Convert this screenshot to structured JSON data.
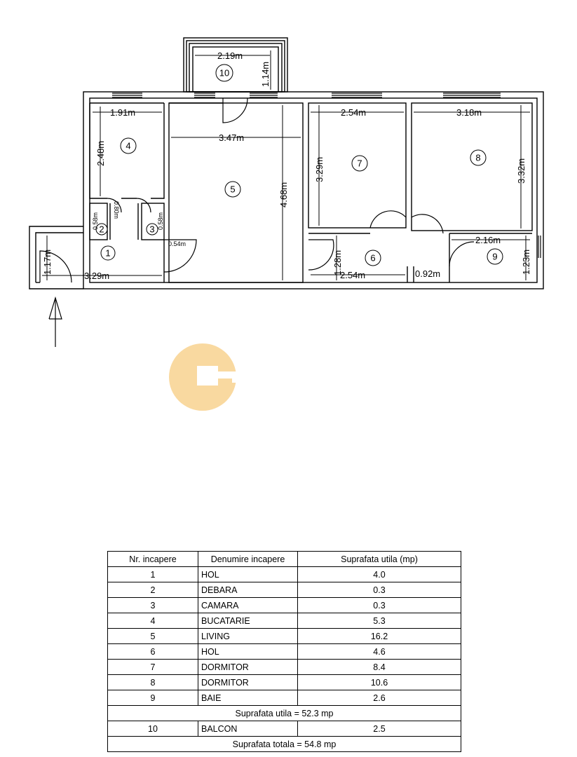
{
  "plan": {
    "rooms": [
      {
        "id": "1",
        "label": "1"
      },
      {
        "id": "2",
        "label": "2"
      },
      {
        "id": "3",
        "label": "3"
      },
      {
        "id": "4",
        "label": "4"
      },
      {
        "id": "5",
        "label": "5"
      },
      {
        "id": "6",
        "label": "6"
      },
      {
        "id": "7",
        "label": "7"
      },
      {
        "id": "8",
        "label": "8"
      },
      {
        "id": "9",
        "label": "9"
      },
      {
        "id": "10",
        "label": "10"
      }
    ],
    "dimensions": {
      "balcon_w": "2.19m",
      "balcon_h": "1.14m",
      "r4_w": "1.91m",
      "r4_h": "2.48m",
      "r5_w": "3.47m",
      "r5_h": "4.68m",
      "r7_w": "2.54m",
      "r7_h": "3.29m",
      "r8_w": "3.18m",
      "r8_h": "3.32m",
      "r1_w": "3.29m",
      "r1_h": "1.17m",
      "r2_w": "0.58m",
      "r3_w": "0.58m",
      "r23_h": "0.80m",
      "r3_depth": "0.54m",
      "r6_w": "2.54m",
      "r6_h": "1.28m",
      "r6_gap": "0.92m",
      "r9_w": "2.16m",
      "r9_h": "1.23m"
    },
    "colors": {
      "logo": "#f9d9a0",
      "line": "#000000"
    }
  },
  "table": {
    "headers": [
      "Nr. incapere",
      "Denumire incapere",
      "Suprafata utila (mp)"
    ],
    "rows": [
      {
        "nr": "1",
        "name": "HOL",
        "area": "4.0"
      },
      {
        "nr": "2",
        "name": "DEBARA",
        "area": "0.3"
      },
      {
        "nr": "3",
        "name": "CAMARA",
        "area": "0.3"
      },
      {
        "nr": "4",
        "name": "BUCATARIE",
        "area": "5.3"
      },
      {
        "nr": "5",
        "name": "LIVING",
        "area": "16.2"
      },
      {
        "nr": "6",
        "name": "HOL",
        "area": "4.6"
      },
      {
        "nr": "7",
        "name": "DORMITOR",
        "area": "8.4"
      },
      {
        "nr": "8",
        "name": "DORMITOR",
        "area": "10.6"
      },
      {
        "nr": "9",
        "name": "BAIE",
        "area": "2.6"
      }
    ],
    "subtotal": "Suprafata utila = 52.3 mp",
    "extra_row": {
      "nr": "10",
      "name": "BALCON",
      "area": "2.5"
    },
    "total": "Suprafata totala = 54.8 mp"
  }
}
